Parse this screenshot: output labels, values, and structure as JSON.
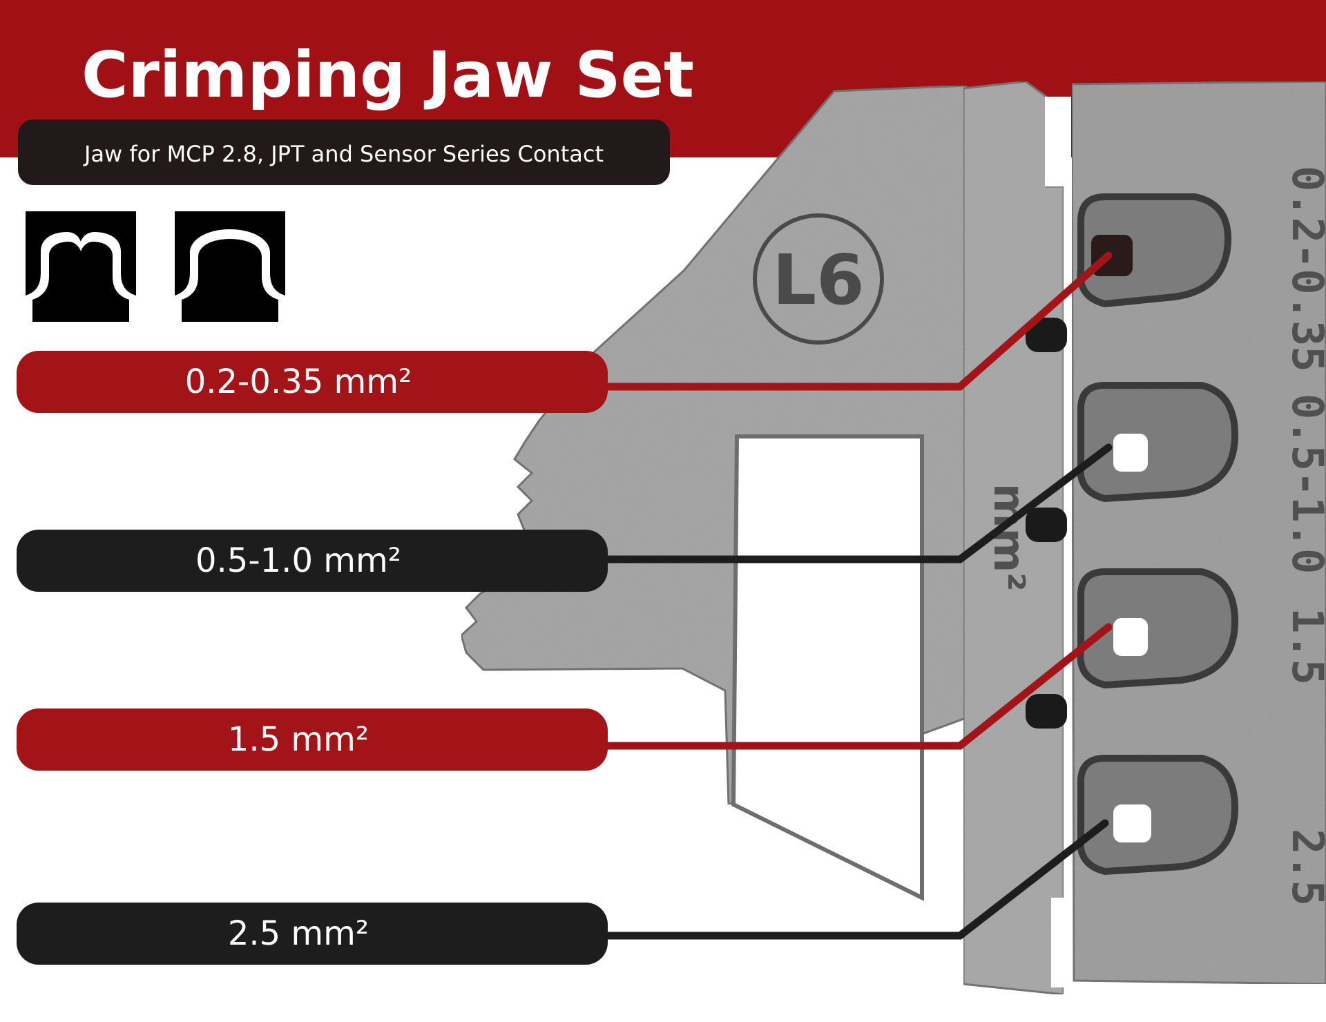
{
  "header": {
    "title": "Crimping Jaw Set",
    "subtitle": "Jaw for MCP 2.8, JPT and Sensor Series Contact"
  },
  "profile_icons": [
    {
      "name": "double-lobe-crimp-profile-icon"
    },
    {
      "name": "single-arch-crimp-profile-icon"
    }
  ],
  "die": {
    "marking": "L6",
    "engraved_sizes": [
      "0.2-0.35",
      "0.5-1.0",
      "1.5",
      "2.5"
    ],
    "engraved_unit": "mm²"
  },
  "callouts": [
    {
      "label": "0.2-0.35 mm²",
      "color": "#a31418"
    },
    {
      "label": "0.5-1.0 mm²",
      "color": "#1d1d1d"
    },
    {
      "label": "1.5 mm²",
      "color": "#a31418"
    },
    {
      "label": "2.5 mm²",
      "color": "#1d1d1d"
    }
  ],
  "colors": {
    "brand_red": "#a01014",
    "dark": "#1d1d1d",
    "steel": "#9e9e9e"
  }
}
